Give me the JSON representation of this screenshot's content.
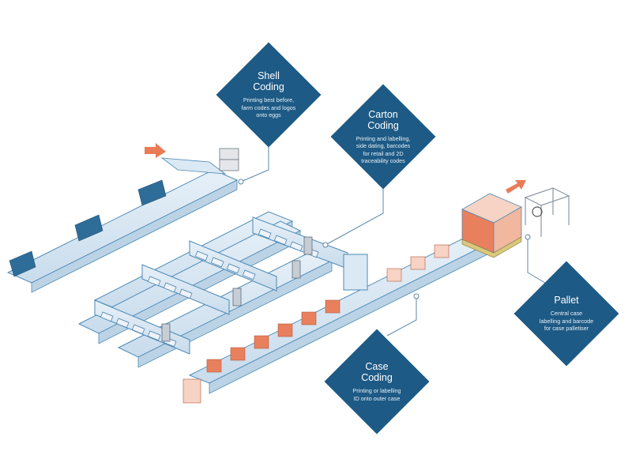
{
  "diagram": {
    "type": "isometric-production-line",
    "colors": {
      "callout": "#1d5a85",
      "conveyor": "#dbe9f4",
      "conveyor_edge": "#4d8ab6",
      "carton": "#e8805e",
      "carton_light": "#f6d3c4",
      "arrow": "#e97c57",
      "leader_line": "#5b88aa"
    },
    "callouts": [
      {
        "id": "shell",
        "title": "Shell\nCoding",
        "description": "Printing best before,\nfarm codes and logos\nonto eggs"
      },
      {
        "id": "carton",
        "title": "Carton\nCoding",
        "description": "Printing and labelling,\nside dating, barcodes\nfor retail and 2D\ntraceability codes"
      },
      {
        "id": "pallet",
        "title": "Pallet",
        "description": "Central case\nlabelling and barcode\nfor case palletiser"
      },
      {
        "id": "case",
        "title": "Case\nCoding",
        "description": "Printing or labelling\nID onto outer case"
      }
    ],
    "icons": [
      "input-arrow-icon",
      "output-arrow-icon",
      "printer-icon",
      "pallet-icon",
      "palletiser-frame-icon"
    ]
  }
}
